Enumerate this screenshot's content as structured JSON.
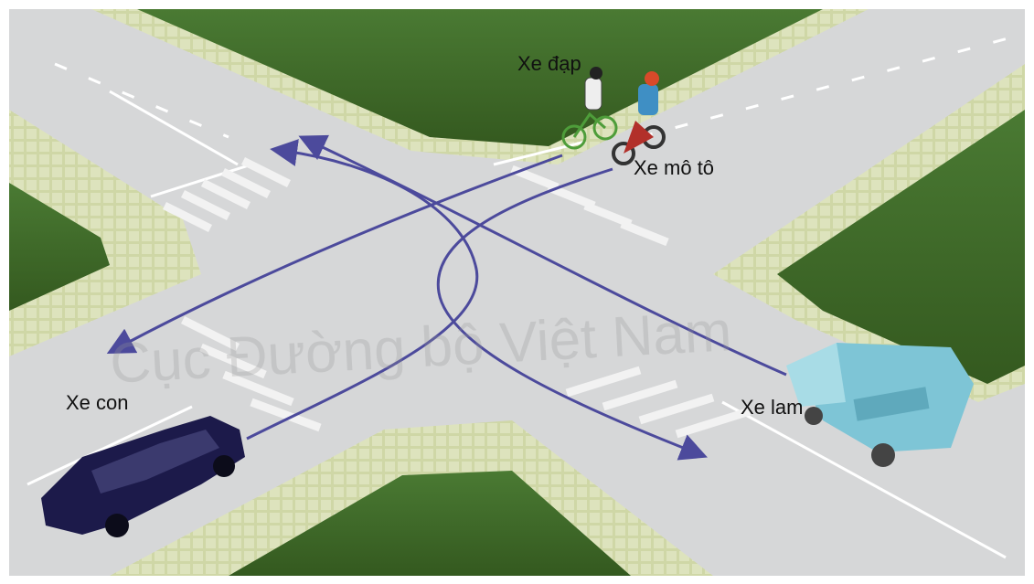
{
  "labels": {
    "bicycle": "Xe đạp",
    "motorbike": "Xe mô tô",
    "car": "Xe con",
    "lam": "Xe lam"
  },
  "watermark": "Cục Đường bộ Việt Nam",
  "colors": {
    "road": "#d9dadb",
    "grass": "#3e6b2a",
    "curb": "#c9d2a0",
    "arrow": "#4c4a9c",
    "car": "#1c1a4a",
    "lam": "#7ec5d6"
  }
}
